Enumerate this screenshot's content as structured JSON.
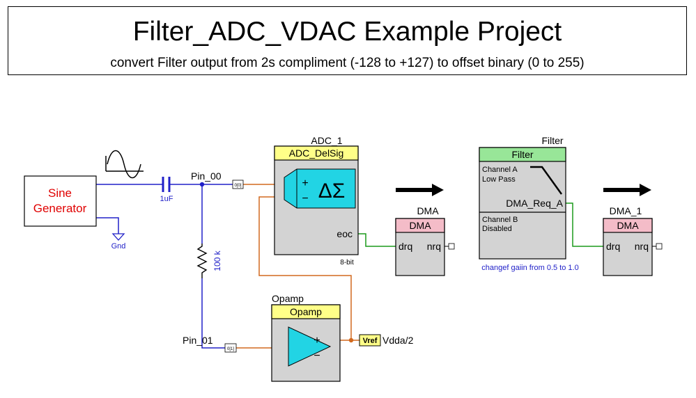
{
  "header": {
    "title": "Filter_ADC_VDAC Example Project",
    "subtitle": "convert Filter output from 2s compliment (-128 to +127) to offset binary (0 to 255)"
  },
  "colors": {
    "wire_blue": "#2020c8",
    "wire_orange": "#d2691e",
    "wire_green": "#1a9a1a",
    "label_red": "#e00000",
    "label_blue": "#2020c8",
    "block_gray": "#d3d3d3",
    "header_yellow": "#ffff88",
    "header_pink": "#f4bcc8",
    "header_green": "#98e698",
    "adc_cyan": "#22d4e4"
  },
  "sine_generator": {
    "line1": "Sine",
    "line2": "Generator",
    "gnd_label": "Gnd"
  },
  "capacitor": {
    "label": "1uF"
  },
  "resistor": {
    "label": "100 k"
  },
  "pins": {
    "pin_00": {
      "name": "Pin_00",
      "tag": "0[0]"
    },
    "pin_01": {
      "name": "Pin_01",
      "tag": "0[1]"
    }
  },
  "adc": {
    "instance": "ADC_1",
    "header": "ADC_DelSig",
    "plus": "+",
    "minus": "−",
    "delta_sigma": "ΔΣ",
    "eoc": "eoc",
    "resolution": "8-bit"
  },
  "dma": {
    "instance": "DMA",
    "header": "DMA",
    "drq": "drq",
    "nrq": "nrq"
  },
  "filter": {
    "instance": "Filter",
    "header": "Filter",
    "channel_a_1": "Channel A",
    "channel_a_2": "Low Pass",
    "dma_req": "DMA_Req_A",
    "channel_b_1": "Channel B",
    "channel_b_2": "Disabled",
    "note": "changef gaiin from 0.5 to 1.0"
  },
  "dma_1": {
    "instance": "DMA_1",
    "header": "DMA",
    "drq": "drq",
    "nrq": "nrq"
  },
  "opamp": {
    "instance": "Opamp",
    "header": "Opamp",
    "plus": "+",
    "minus": "−"
  },
  "vref": {
    "tag": "Vref",
    "label": "Vdda/2"
  }
}
